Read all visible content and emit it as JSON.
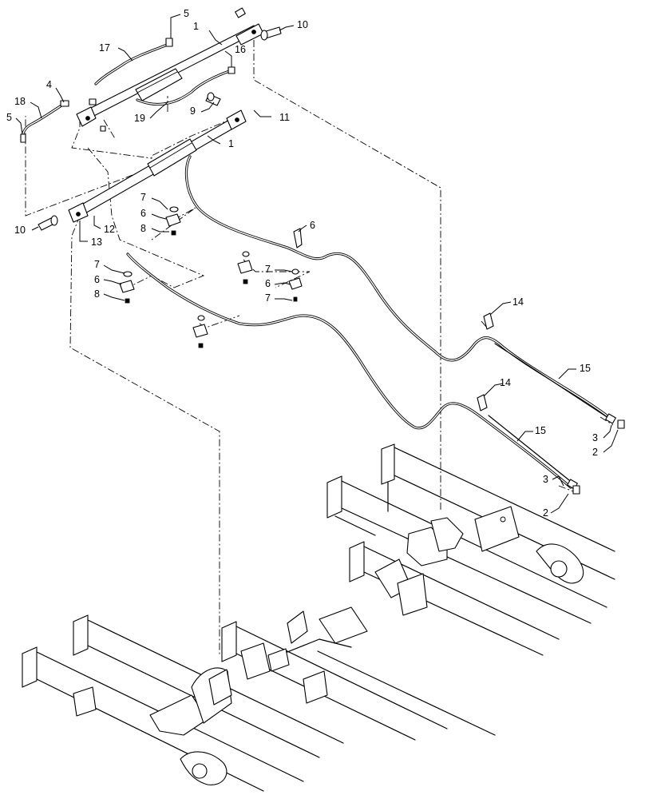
{
  "callouts": [
    {
      "id": "c-5-top",
      "text": "5"
    },
    {
      "id": "c-1-top",
      "text": "1"
    },
    {
      "id": "c-10-top",
      "text": "10"
    },
    {
      "id": "c-17",
      "text": "17"
    },
    {
      "id": "c-16",
      "text": "16"
    },
    {
      "id": "c-4",
      "text": "4"
    },
    {
      "id": "c-18",
      "text": "18"
    },
    {
      "id": "c-5-left",
      "text": "5"
    },
    {
      "id": "c-9",
      "text": "9"
    },
    {
      "id": "c-11",
      "text": "11"
    },
    {
      "id": "c-19",
      "text": "19"
    },
    {
      "id": "c-1-mid",
      "text": "1"
    },
    {
      "id": "c-7-a",
      "text": "7"
    },
    {
      "id": "c-6-a",
      "text": "6"
    },
    {
      "id": "c-8-a",
      "text": "8"
    },
    {
      "id": "c-6-mid",
      "text": "6"
    },
    {
      "id": "c-10-left",
      "text": "10"
    },
    {
      "id": "c-12",
      "text": "12"
    },
    {
      "id": "c-13",
      "text": "13"
    },
    {
      "id": "c-7-b",
      "text": "7"
    },
    {
      "id": "c-6-b",
      "text": "6"
    },
    {
      "id": "c-8-b",
      "text": "8"
    },
    {
      "id": "c-7-c",
      "text": "7"
    },
    {
      "id": "c-6-c",
      "text": "6"
    },
    {
      "id": "c-7-d",
      "text": "7"
    },
    {
      "id": "c-14-top",
      "text": "14"
    },
    {
      "id": "c-15-top",
      "text": "15"
    },
    {
      "id": "c-14-mid",
      "text": "14"
    },
    {
      "id": "c-15-mid",
      "text": "15"
    },
    {
      "id": "c-3-top",
      "text": "3"
    },
    {
      "id": "c-2-top",
      "text": "2"
    },
    {
      "id": "c-3-bot",
      "text": "3"
    },
    {
      "id": "c-2-bot",
      "text": "2"
    }
  ]
}
